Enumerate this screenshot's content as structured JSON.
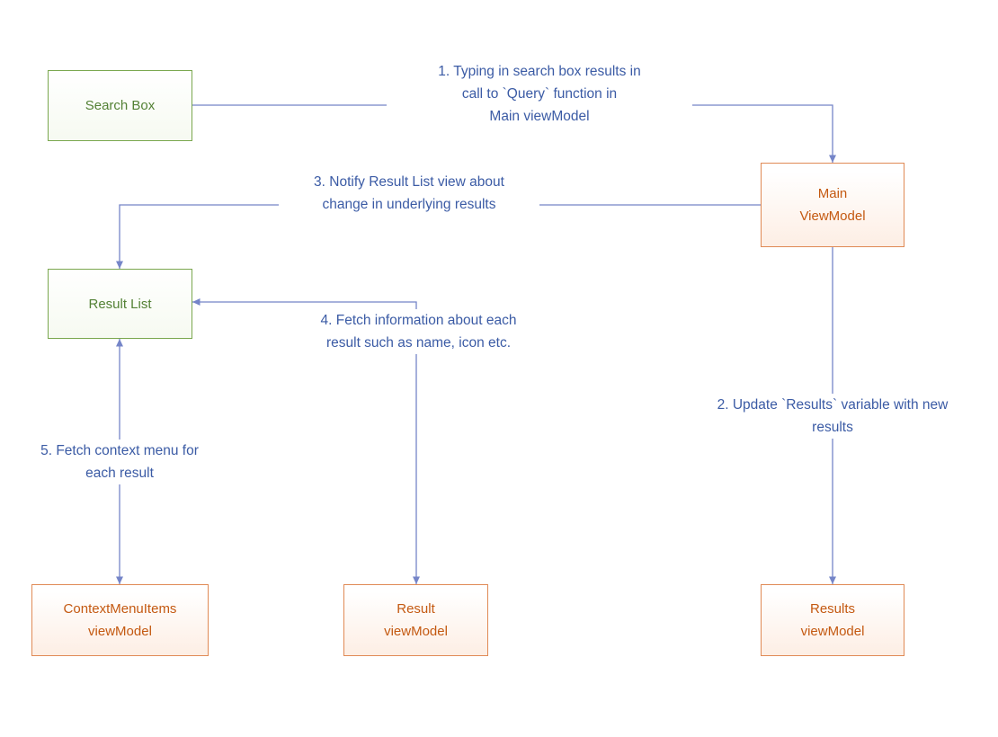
{
  "diagram": {
    "type": "flow-diagram",
    "colors": {
      "view_border": "#7aa74e",
      "view_text": "#538135",
      "viewmodel_border": "#e08a55",
      "viewmodel_text": "#c45911",
      "connector": "#7585c8",
      "annotation_text": "#3b5ba5",
      "background": "#ffffff"
    },
    "nodes": {
      "search_box": {
        "label": "Search Box",
        "kind": "view"
      },
      "main_viewmodel": {
        "label": "Main\nViewModel",
        "kind": "viewmodel"
      },
      "result_list": {
        "label": "Result List",
        "kind": "view"
      },
      "contextmenuitems_viewmodel": {
        "label": "ContextMenuItems\nviewModel",
        "kind": "viewmodel"
      },
      "result_viewmodel": {
        "label": "Result\nviewModel",
        "kind": "viewmodel"
      },
      "results_viewmodel": {
        "label": "Results\nviewModel",
        "kind": "viewmodel"
      }
    },
    "annotations": {
      "step1": "1. Typing in search box results in\ncall to `Query` function in\nMain viewModel",
      "step2": "2. Update `Results` variable with new\nresults",
      "step3": "3. Notify Result List view about\nchange in underlying results",
      "step4": "4. Fetch information about each\nresult such as name, icon etc.",
      "step5": "5. Fetch context menu for\neach result"
    },
    "edges": [
      {
        "from": "search_box",
        "to": "main_viewmodel",
        "annotation": "step1"
      },
      {
        "from": "main_viewmodel",
        "to": "results_viewmodel",
        "annotation": "step2"
      },
      {
        "from": "main_viewmodel",
        "to": "result_list",
        "annotation": "step3"
      },
      {
        "from": "result_viewmodel",
        "to": "result_list",
        "annotation": "step4",
        "bidirectional": true
      },
      {
        "from": "result_list",
        "to": "contextmenuitems_viewmodel",
        "annotation": "step5",
        "bidirectional": true
      }
    ]
  }
}
